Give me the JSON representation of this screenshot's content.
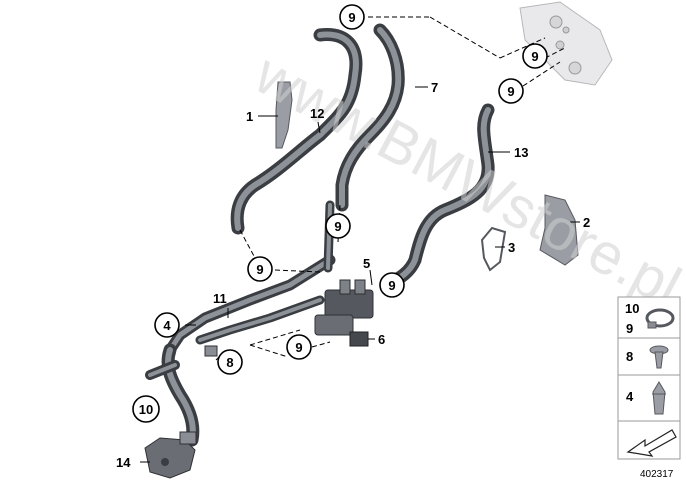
{
  "watermark": "www.BMWstore.pl",
  "reference_number": "402317",
  "part_labels": {
    "p1": "1",
    "p2": "2",
    "p3": "3",
    "p4": "4",
    "p5": "5",
    "p6": "6",
    "p7": "7",
    "p11": "11",
    "p12": "12",
    "p13": "13",
    "p14": "14"
  },
  "circled_labels": {
    "c9a": "9",
    "c9b": "9",
    "c9c": "9",
    "c9d": "9",
    "c9e": "9",
    "c9f": "9",
    "c9g": "9",
    "c4": "4",
    "c8": "8",
    "c10": "10"
  },
  "legend": {
    "row1_top": "10",
    "row1_bottom": "9",
    "row2": "8",
    "row3": "4"
  }
}
